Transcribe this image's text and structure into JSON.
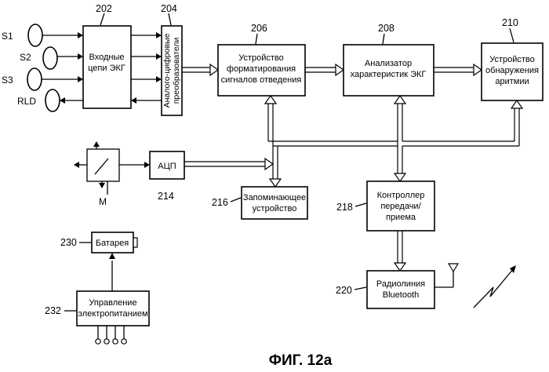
{
  "figure": {
    "caption": "ФИГ. 12а",
    "blocks": {
      "b202": {
        "ref": "202",
        "lines": [
          "Входные",
          "цепи ЭКГ"
        ]
      },
      "b204": {
        "ref": "204",
        "lines": [
          "Аналого-цифровые",
          "преобразователи"
        ]
      },
      "b206": {
        "ref": "206",
        "lines": [
          "Устройство",
          "форматирования",
          "сигналов отведения"
        ]
      },
      "b208": {
        "ref": "208",
        "lines": [
          "Анализатор",
          "характеристик ЭКГ"
        ]
      },
      "b210": {
        "ref": "210",
        "lines": [
          "Устройство",
          "обнаружения",
          "аритмии"
        ]
      },
      "b214": {
        "ref": "214",
        "lines": [
          "АЦП"
        ]
      },
      "b216": {
        "ref": "216",
        "lines": [
          "Запоминающее",
          "устройство"
        ]
      },
      "b218": {
        "ref": "218",
        "lines": [
          "Контроллер",
          "передачи/",
          "приема"
        ]
      },
      "b220": {
        "ref": "220",
        "lines": [
          "Радиолиния",
          "Bluetooth"
        ]
      },
      "b230": {
        "ref": "230",
        "lines": [
          "Батарея"
        ]
      },
      "b232": {
        "ref": "232",
        "lines": [
          "Управление",
          "электропитанием"
        ]
      }
    },
    "electrodes": [
      "S1",
      "S2",
      "S3",
      "RLD"
    ],
    "sensor_label": "M"
  }
}
